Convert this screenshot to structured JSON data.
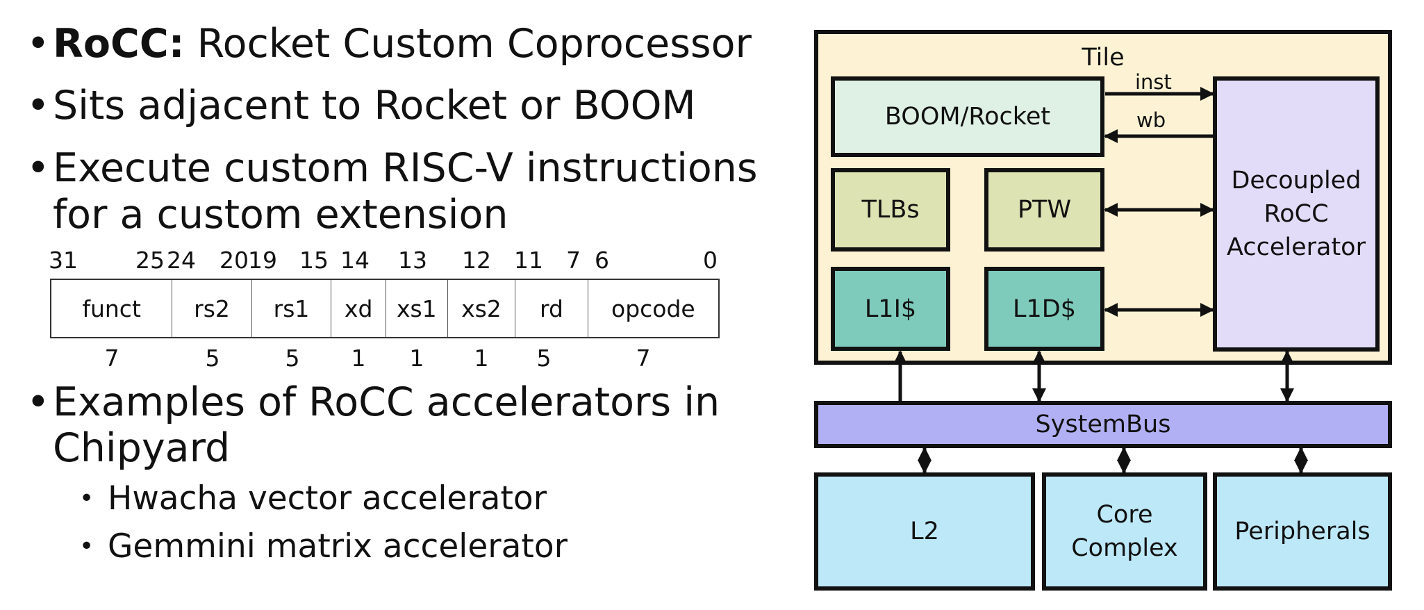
{
  "bullets": {
    "b1_bold": "RoCC:",
    "b1_rest": " Rocket Custom Coprocessor",
    "b2": "Sits adjacent to Rocket or BOOM",
    "b3_line1": "Execute custom RISC-V instructions",
    "b3_line2": "for a custom extension",
    "b4_line1": "Examples of RoCC accelerators in",
    "b4_line2": "Chipyard",
    "sub1": "Hwacha vector accelerator",
    "sub2": "Gemmini matrix accelerator",
    "bullet_char": "•"
  },
  "instruction_format": {
    "bit_labels": [
      "31",
      "25",
      "24",
      "20",
      "19",
      "15",
      "14",
      "13",
      "12",
      "11",
      "7",
      "6",
      "0"
    ],
    "fields": [
      "funct",
      "rs2",
      "rs1",
      "xd",
      "xs1",
      "xs2",
      "rd",
      "opcode"
    ],
    "widths": [
      "7",
      "5",
      "5",
      "1",
      "1",
      "1",
      "5",
      "7"
    ]
  },
  "diagram": {
    "tile": "Tile",
    "core": "BOOM/Rocket",
    "inst": "inst",
    "wb": "wb",
    "tlbs": "TLBs",
    "ptw": "PTW",
    "l1i": "L1I$",
    "l1d": "L1D$",
    "accel_line1": "Decoupled",
    "accel_line2": "RoCC",
    "accel_line3": "Accelerator",
    "systembus": "SystemBus",
    "l2": "L2",
    "core_complex_line1": "Core",
    "core_complex_line2": "Complex",
    "peripherals": "Peripherals"
  },
  "colors": {
    "tile_bg": "#fdf3d4",
    "core_bg": "#dff0e4",
    "tlb_bg": "#dde3b3",
    "cache_bg": "#7ecabb",
    "accel_bg": "#e3dcf8",
    "bus_bg": "#b2b0f4",
    "bottom_bg": "#bde8f8"
  }
}
